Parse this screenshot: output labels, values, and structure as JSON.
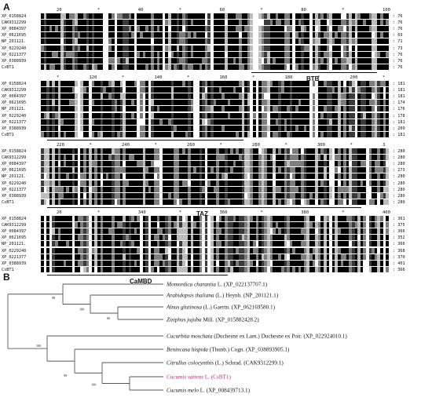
{
  "panel_a": {
    "label": "A",
    "sequences": [
      "XP_0158824",
      "CAK9312299",
      "XP_0084397",
      "XP_0621695",
      "NP_201121.",
      "XP_0229240",
      "XP_0221377",
      "XP_0388939",
      "CsBT1"
    ],
    "blocks": [
      {
        "ruler": [
          "20",
          "*",
          "40",
          "*",
          "60",
          "*",
          "80",
          "*",
          "100"
        ],
        "end_positions": [
          ": 76",
          ": 76",
          ": 76",
          ": 69",
          ": 71",
          ": 73",
          ": 76",
          ": 76",
          ": 76"
        ],
        "domain": "BTB"
      },
      {
        "ruler": [
          "*",
          "120",
          "*",
          "140",
          "*",
          "160",
          "*",
          "180",
          "*",
          "200",
          "*"
        ],
        "end_positions": [
          ": 181",
          ": 181",
          ": 181",
          ": 174",
          ": 176",
          ": 178",
          ": 181",
          ": 209",
          ": 181"
        ],
        "domain": ""
      },
      {
        "ruler": [
          "220",
          "*",
          "240",
          "*",
          "260",
          "*",
          "280",
          "*",
          "300",
          "*",
          "3"
        ],
        "end_positions": [
          ": 280",
          ": 280",
          ": 280",
          ": 273",
          ": 280",
          ": 280",
          ": 280",
          ": 280",
          ": 280"
        ],
        "domain": "TAZ"
      },
      {
        "ruler": [
          "20",
          "*",
          "340",
          "*",
          "360",
          "*",
          "380",
          "*",
          "400"
        ],
        "end_positions": [
          ": 361",
          ": 375",
          ": 366",
          ": 352",
          ": 366",
          ": 368",
          ": 370",
          ": 401",
          ": 366"
        ],
        "domain": "CaMBD"
      }
    ]
  },
  "panel_b": {
    "label": "B",
    "taxa": [
      {
        "species": "Momordica charantia",
        "authority": "L.",
        "accession": "(XP_022137707.1)",
        "highlight": false
      },
      {
        "species": "Arabidopsis thaliana",
        "authority": "(L.) Heynh.",
        "accession": "(NP_201121.1)",
        "highlight": false
      },
      {
        "species": "Alnus glutinosa",
        "authority": "(L.) Gaertn.",
        "accession": "(XP_062169580.1)",
        "highlight": false
      },
      {
        "species": "Ziziphus jujuba",
        "authority": "Mill.",
        "accession": "(XP_015882428.2)",
        "highlight": false
      },
      {
        "species": "Cucurbita moschata",
        "authority": "(Duchesne ex Lam.) Duchesne ex Poir.",
        "accession": "(XP_022924010.1)",
        "highlight": false
      },
      {
        "species": "Benincasa hispida",
        "authority": "(Thunb.) Cogn.",
        "accession": "(XP_038893905.1)",
        "highlight": false
      },
      {
        "species": "Citrullus colocynthis",
        "authority": "(L.) Schrad.",
        "accession": "(CAK9312299.1)",
        "highlight": false
      },
      {
        "species": "Cucumis sativus",
        "authority": "L.",
        "accession": "(CsBT1)",
        "highlight": true
      },
      {
        "species": "Cucumis melo",
        "authority": "L.",
        "accession": "(XP_008439713.1)",
        "highlight": false
      }
    ],
    "bootstrap": [
      "98",
      "100",
      "60",
      "100",
      "99",
      "100"
    ],
    "colors": {
      "highlight": "#d6246e",
      "branch": "#555555"
    }
  }
}
